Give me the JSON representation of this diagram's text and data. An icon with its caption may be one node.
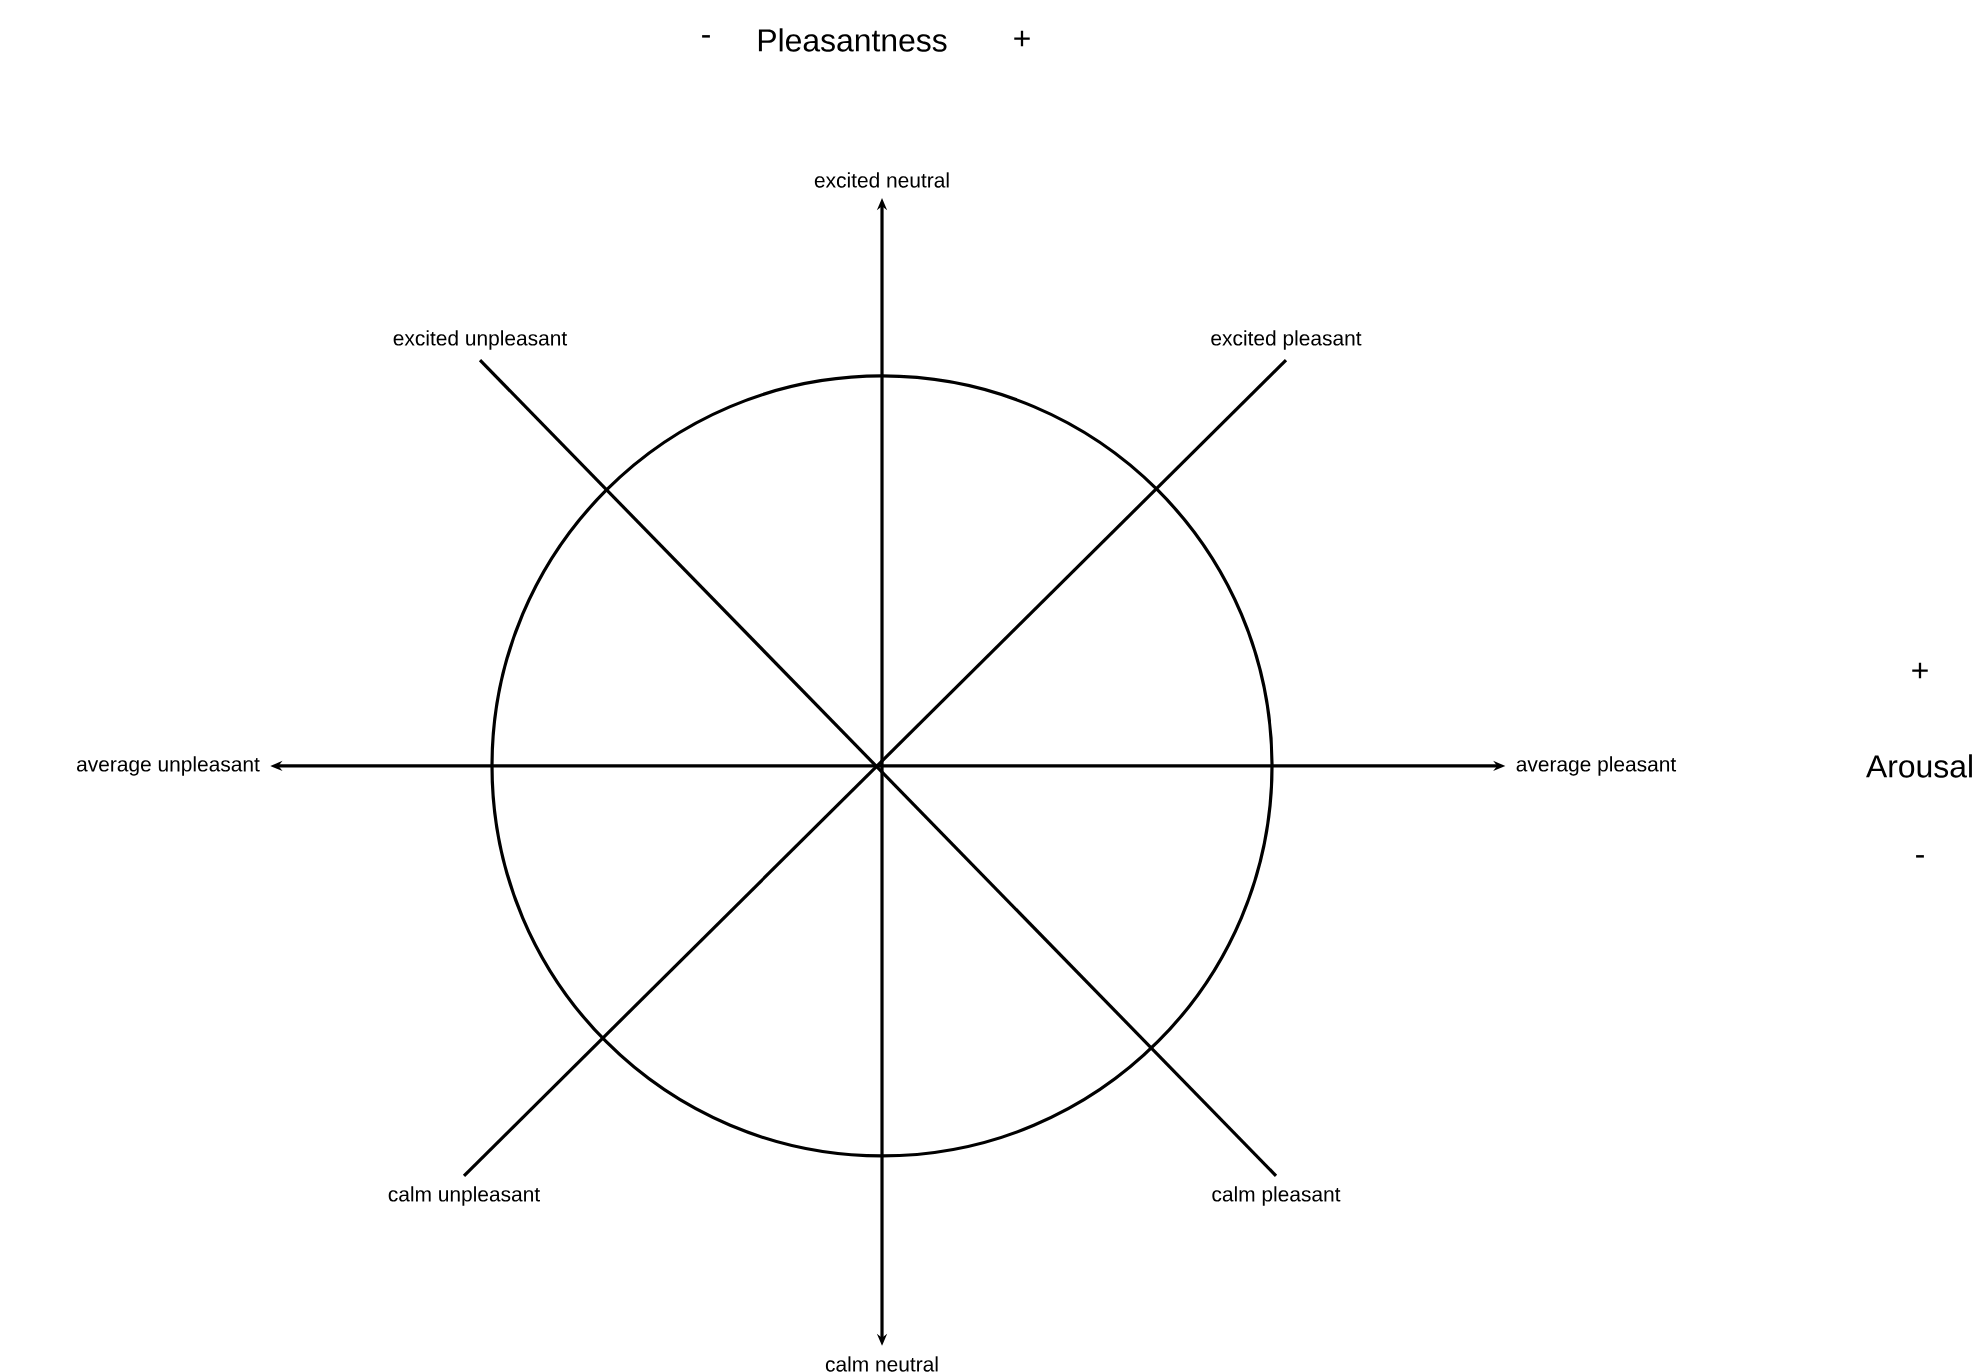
{
  "diagram": {
    "nodes": [
      {
        "text": [
          "excited neutral"
        ]
      },
      {
        "text": [
          "excited unpleasant"
        ]
      },
      {
        "text": [
          "excited pleasant"
        ]
      },
      {
        "text": [
          "average unpleasant"
        ]
      },
      {
        "text": [
          "average pleasant"
        ]
      },
      {
        "text": [
          "calm unpleasant"
        ]
      },
      {
        "text": [
          "calm pleasant"
        ]
      },
      {
        "text": [
          "calm neutral"
        ]
      }
    ],
    "edges": [
      {
        "from": 7,
        "to": 0,
        "arrow": "both"
      },
      {
        "from": 3,
        "to": 4,
        "arrow": "both"
      },
      {
        "from": 1,
        "to": 6,
        "arrow": "none"
      },
      {
        "from": 2,
        "to": 5,
        "arrow": "none"
      }
    ],
    "labels": [
      "-",
      "Pleasantness",
      "+",
      "+",
      "Arousal",
      "-"
    ]
  }
}
